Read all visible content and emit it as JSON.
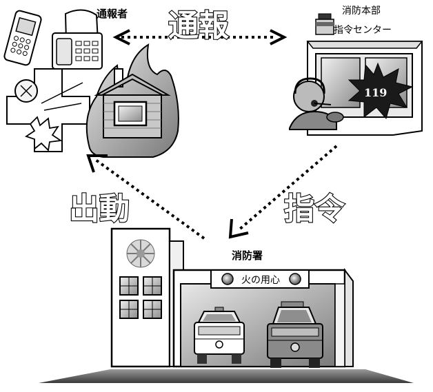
{
  "labels": {
    "reporter": "通報者",
    "hq_line1": "消防本部",
    "hq_line2": "指令センター",
    "report": "通報",
    "command": "指令",
    "dispatch": "出動",
    "station": "消防署",
    "station_sign": "火の用心",
    "emergency_number": "119"
  }
}
